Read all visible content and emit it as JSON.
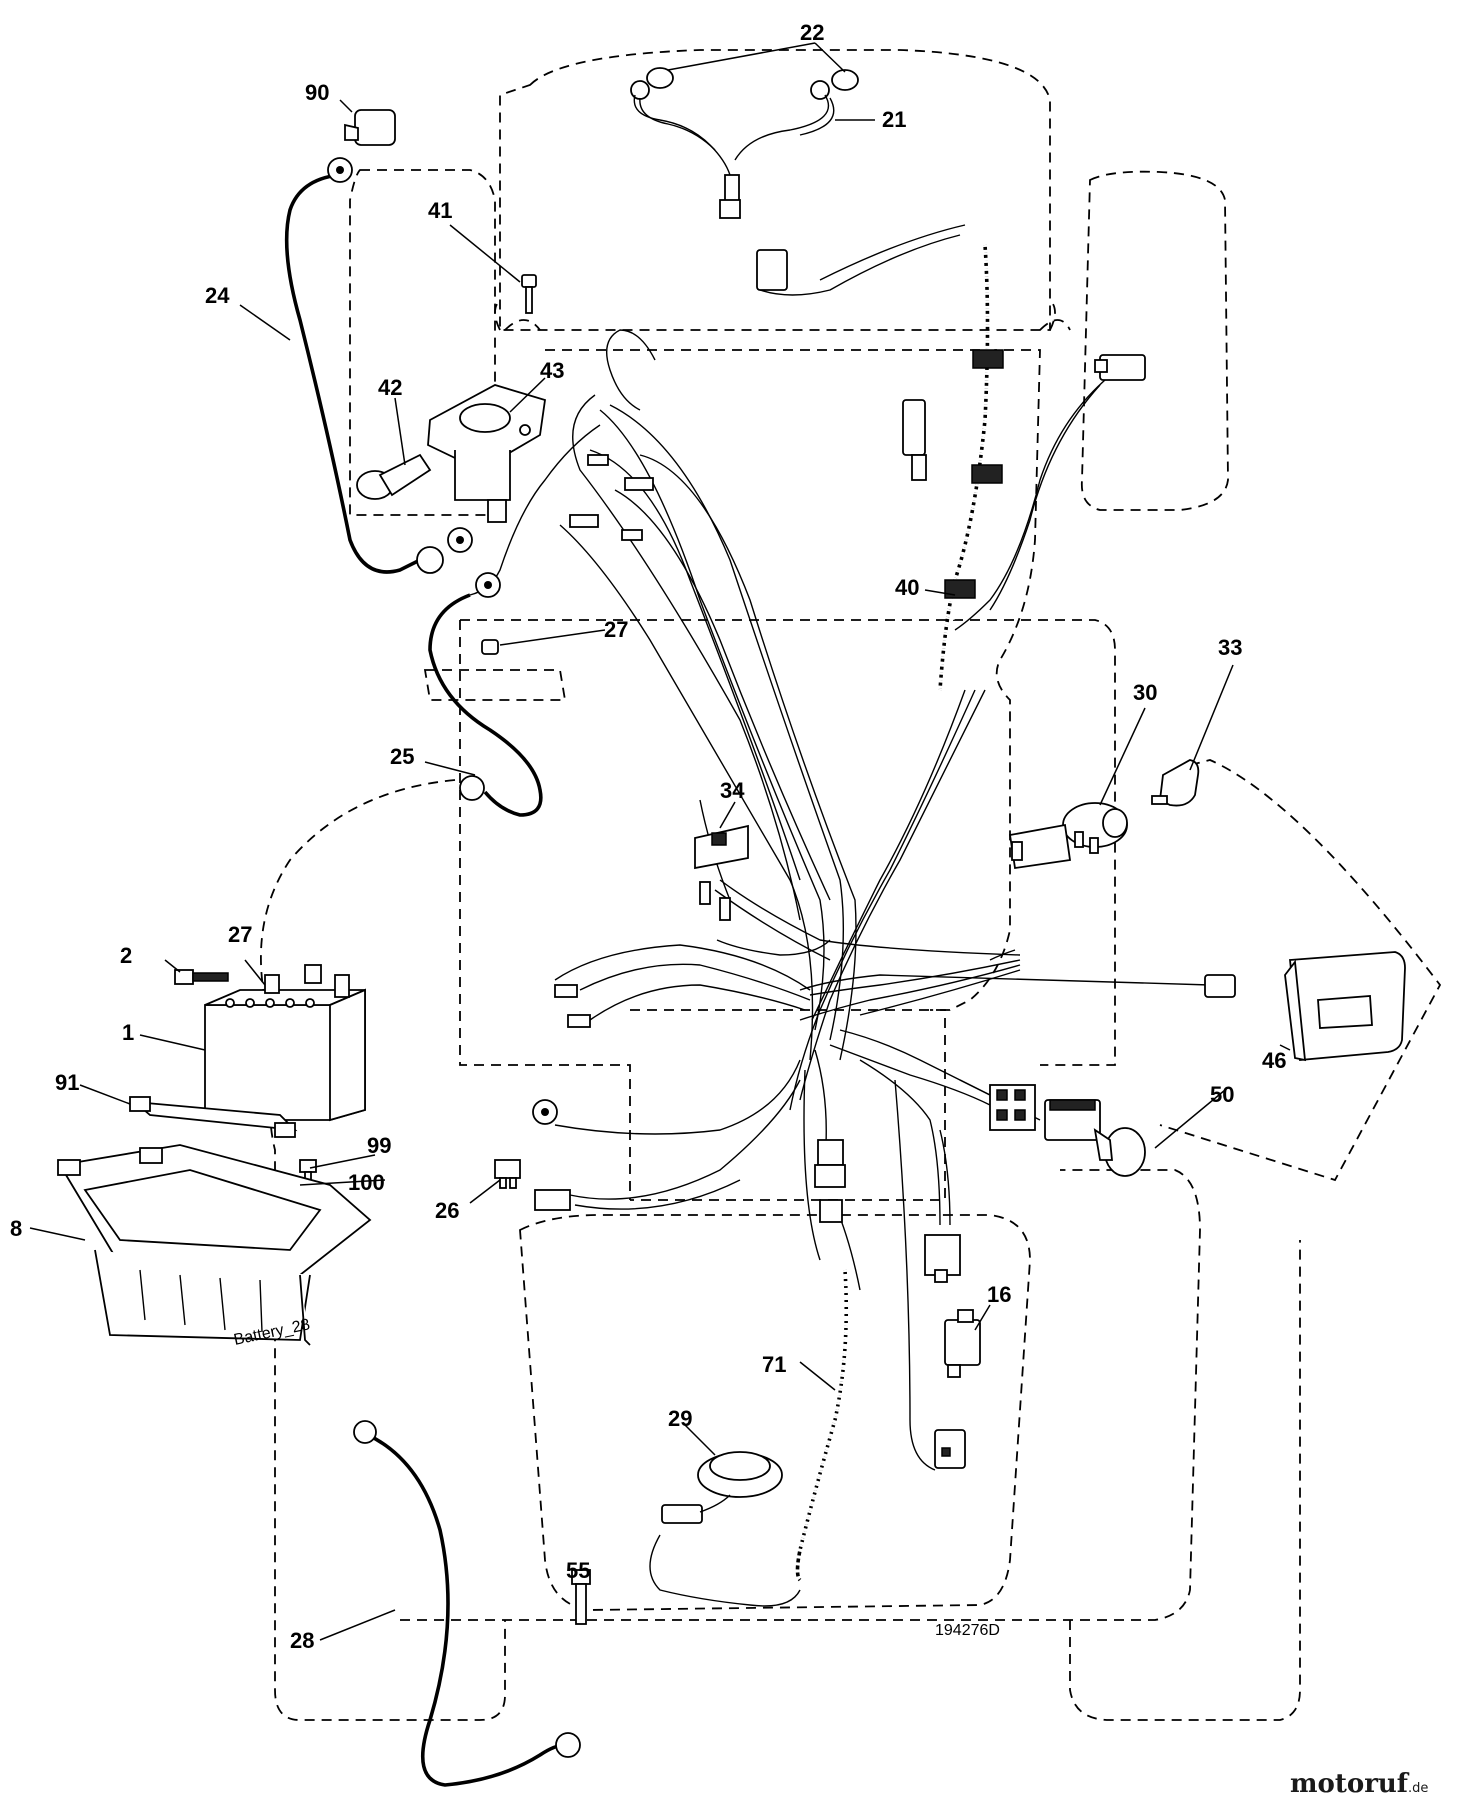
{
  "figure_number": "194276D",
  "battery_text": "Battery_28",
  "watermark": {
    "main": "motoruf",
    "suffix": ".de"
  },
  "callouts": [
    {
      "id": "c1",
      "label": "1"
    },
    {
      "id": "c2",
      "label": "2"
    },
    {
      "id": "c8",
      "label": "8"
    },
    {
      "id": "c16",
      "label": "16"
    },
    {
      "id": "c21",
      "label": "21"
    },
    {
      "id": "c22",
      "label": "22"
    },
    {
      "id": "c24",
      "label": "24"
    },
    {
      "id": "c25",
      "label": "25"
    },
    {
      "id": "c26",
      "label": "26"
    },
    {
      "id": "c27a",
      "label": "27"
    },
    {
      "id": "c27b",
      "label": "27"
    },
    {
      "id": "c28",
      "label": "28"
    },
    {
      "id": "c29",
      "label": "29"
    },
    {
      "id": "c30",
      "label": "30"
    },
    {
      "id": "c33",
      "label": "33"
    },
    {
      "id": "c34",
      "label": "34"
    },
    {
      "id": "c40",
      "label": "40"
    },
    {
      "id": "c41",
      "label": "41"
    },
    {
      "id": "c42",
      "label": "42"
    },
    {
      "id": "c43",
      "label": "43"
    },
    {
      "id": "c46",
      "label": "46"
    },
    {
      "id": "c50",
      "label": "50"
    },
    {
      "id": "c55",
      "label": "55"
    },
    {
      "id": "c71",
      "label": "71"
    },
    {
      "id": "c90",
      "label": "90"
    },
    {
      "id": "c91",
      "label": "91"
    },
    {
      "id": "c99",
      "label": "99"
    },
    {
      "id": "c100",
      "label": "100"
    }
  ]
}
